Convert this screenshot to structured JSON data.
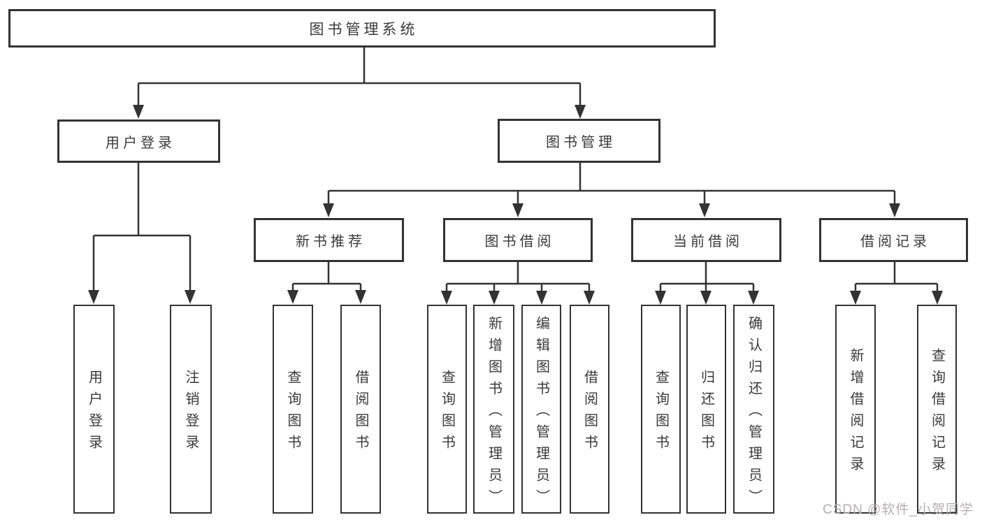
{
  "tree": {
    "label": "图书管理系统",
    "children": [
      {
        "label": "用户登录",
        "children": [
          {
            "label": "用户登录"
          },
          {
            "label": "注销登录"
          }
        ]
      },
      {
        "label": "图书管理",
        "children": [
          {
            "label": "新书推荐",
            "children": [
              {
                "label": "查询图书"
              },
              {
                "label": "借阅图书"
              }
            ]
          },
          {
            "label": "图书借阅",
            "children": [
              {
                "label": "查询图书"
              },
              {
                "label": "新增图书（管理员）"
              },
              {
                "label": "编辑图书（管理员）"
              },
              {
                "label": "借阅图书"
              }
            ]
          },
          {
            "label": "当前借阅",
            "children": [
              {
                "label": "查询图书"
              },
              {
                "label": "归还图书"
              },
              {
                "label": "确认归还（管理员）"
              }
            ]
          },
          {
            "label": "借阅记录",
            "children": [
              {
                "label": "新增借阅记录"
              },
              {
                "label": "查询借阅记录"
              }
            ]
          }
        ]
      }
    ]
  },
  "colors": {
    "line": "#333333",
    "text": "#3a3a3a",
    "watermark": "#b4b0b0"
  },
  "watermark": "CSDN @软件_小贺同学"
}
